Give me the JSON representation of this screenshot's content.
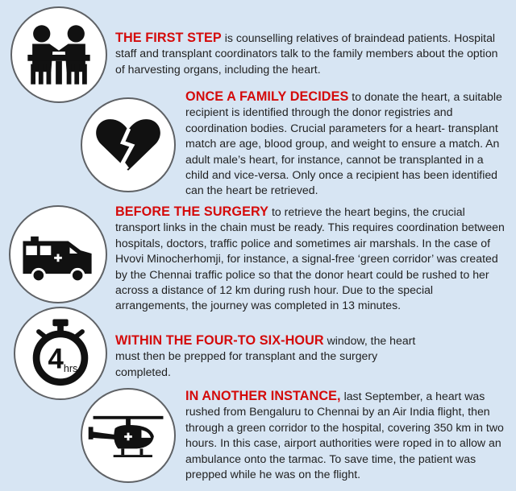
{
  "steps": [
    {
      "lead": "THE FIRST STEP",
      "body": " is counselling relatives of braindead patients. Hospital staff and transplant coordinators talk to the family members about the option of harvesting organs, including the heart.",
      "icon": "counselling-meeting-icon"
    },
    {
      "lead": "ONCE A FAMILY DECIDES",
      "body": " to donate the heart, a suitable recipient is identified through the donor registries and coordination bodies. Crucial parameters for a heart- transplant match are age, blood group, and weight to ensure a match. An adult male’s heart, for instance, cannot be transplanted in a child and vice-versa. Only once a recipient has been identified can the heart be retrieved.",
      "icon": "broken-heart-icon"
    },
    {
      "lead": "BEFORE THE SURGERY",
      "body": " to retrieve the heart begins, the crucial transport links in the chain must be ready. This requires coordination between hospitals, doctors, traffic police and sometimes air marshals. In the case of Hvovi Minocherhomji, for instance, a signal-free ‘green corridor’ was created by the Chennai traffic police so that the donor heart could be rushed to her across a distance of 12 km during rush hour. Due to the special arrangements, the journey was completed in 13 minutes.",
      "icon": "ambulance-icon"
    },
    {
      "lead": "WITHIN THE FOUR-TO SIX-HOUR",
      "body": " window, the heart must then be prepped for transplant and the surgery completed.",
      "icon": "stopwatch-icon",
      "icon_number": "4",
      "icon_unit": "hrs"
    },
    {
      "lead": "IN ANOTHER INSTANCE,",
      "body": " last September, a heart was rushed from Bengaluru to Chennai by an Air India flight, then through a green corridor to the hospital, covering 350 km in two hours. In this case, airport authorities were roped in to allow an ambulance onto the tarmac. To save time, the patient was prepped while he was on the flight.",
      "icon": "helicopter-icon"
    }
  ],
  "colors": {
    "background": "#d7e5f3",
    "lead_text": "#d40a0a",
    "body_text": "#222222",
    "icon_fill": "#111111",
    "icon_ring": "#5f6266"
  }
}
